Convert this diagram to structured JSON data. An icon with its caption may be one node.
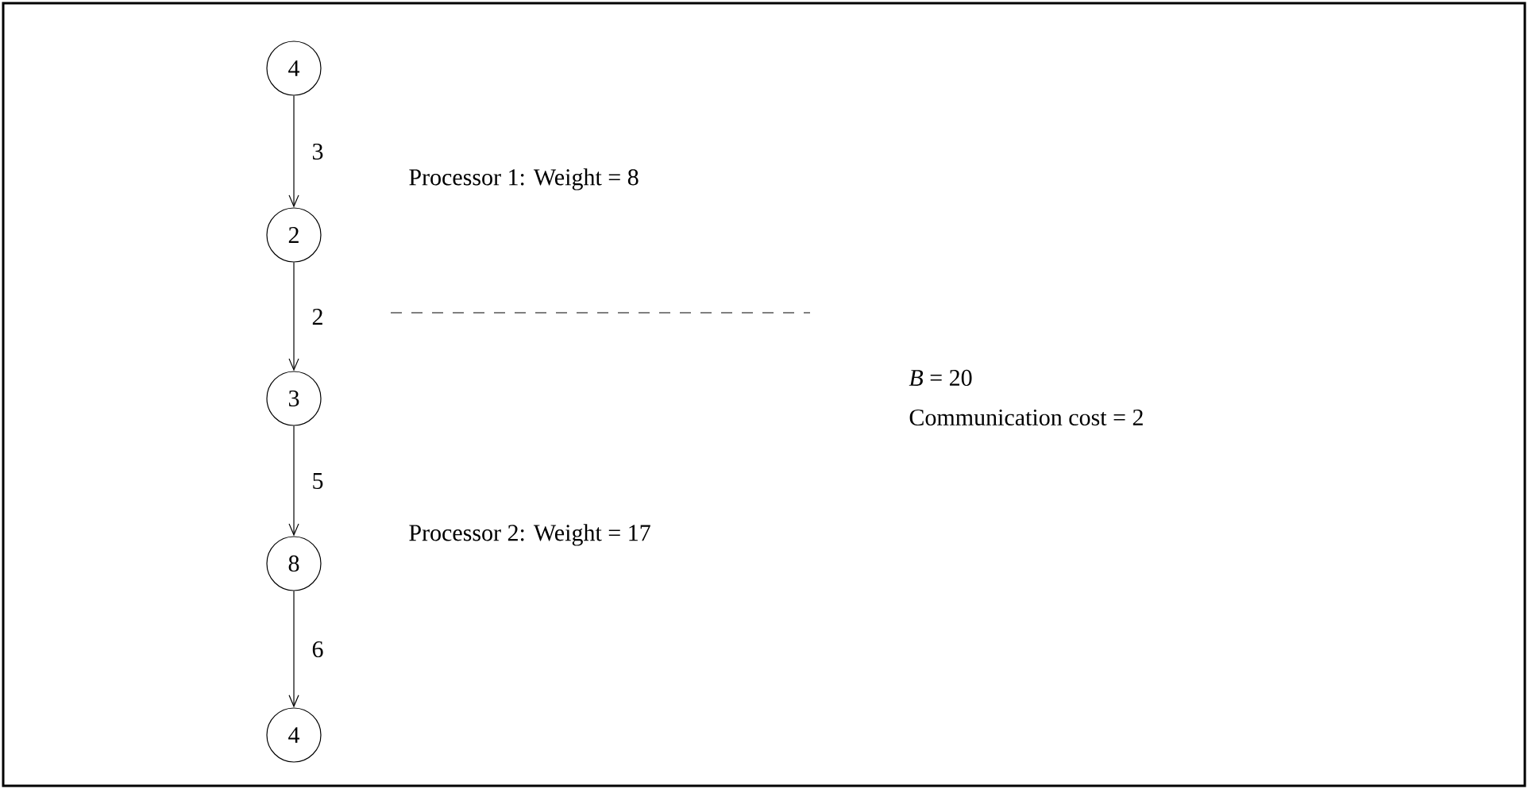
{
  "diagram": {
    "nodes": [
      {
        "text": [
          "4"
        ]
      },
      {
        "text": [
          "2"
        ]
      },
      {
        "text": [
          "3"
        ]
      },
      {
        "text": [
          "8"
        ]
      },
      {
        "text": [
          "4"
        ]
      }
    ],
    "edges": [
      {
        "from": 0,
        "to": 1,
        "arrow": "to",
        "label": "3"
      },
      {
        "from": 1,
        "to": 2,
        "arrow": "to",
        "label": "2"
      },
      {
        "from": 2,
        "to": 3,
        "arrow": "to",
        "label": "5"
      },
      {
        "from": 3,
        "to": 4,
        "arrow": "to",
        "label": "6"
      }
    ],
    "labels": [
      "Processor 1: Weight = 8",
      "*B* = 20",
      "Communication cost = 2",
      "Processor 2: Weight = 17"
    ]
  }
}
